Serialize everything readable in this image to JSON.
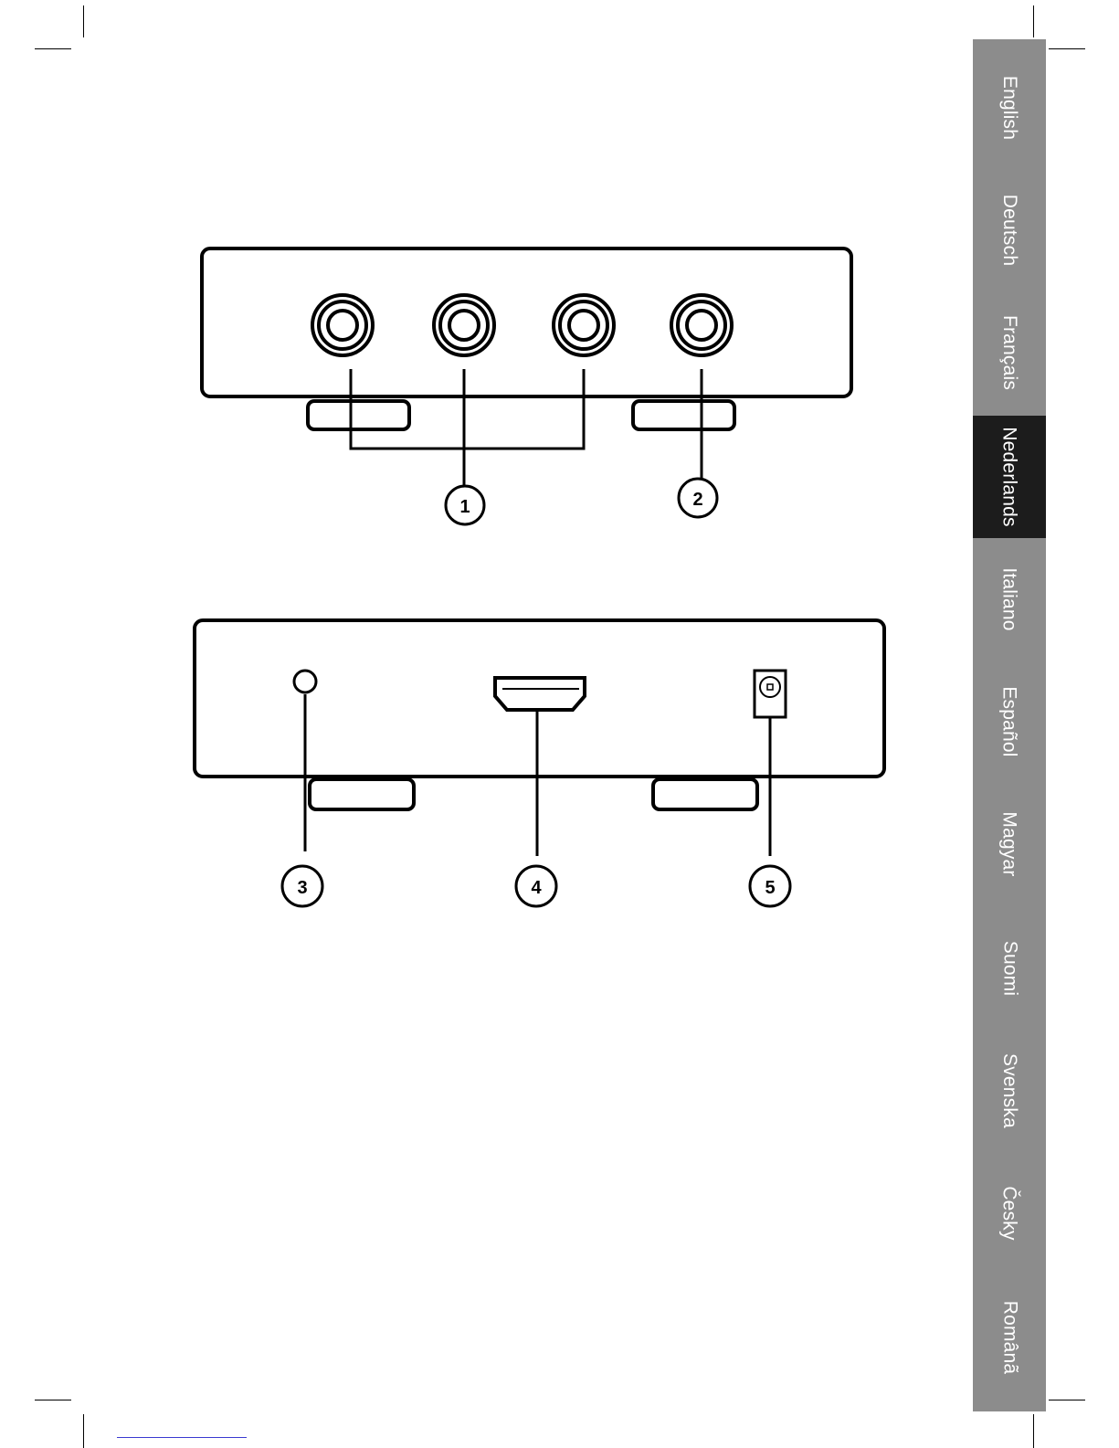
{
  "sidebar": {
    "background": "#8c8c8c",
    "active_color": "#1c1c1c",
    "text_color": "#ffffff",
    "languages": [
      {
        "label": "English",
        "active": false
      },
      {
        "label": "Deutsch",
        "active": false
      },
      {
        "label": "Français",
        "active": false
      },
      {
        "label": "Nederlands",
        "active": true
      },
      {
        "label": "Italiano",
        "active": false
      },
      {
        "label": "Español",
        "active": false
      },
      {
        "label": "Magyar",
        "active": false
      },
      {
        "label": "Suomi",
        "active": false
      },
      {
        "label": "Svenska",
        "active": false
      },
      {
        "label": "Česky",
        "active": false
      },
      {
        "label": "Românã",
        "active": false
      }
    ]
  },
  "diagram": {
    "front_panel": {
      "callouts": [
        "1",
        "2"
      ]
    },
    "back_panel": {
      "callouts": [
        "3",
        "4",
        "5"
      ]
    }
  }
}
